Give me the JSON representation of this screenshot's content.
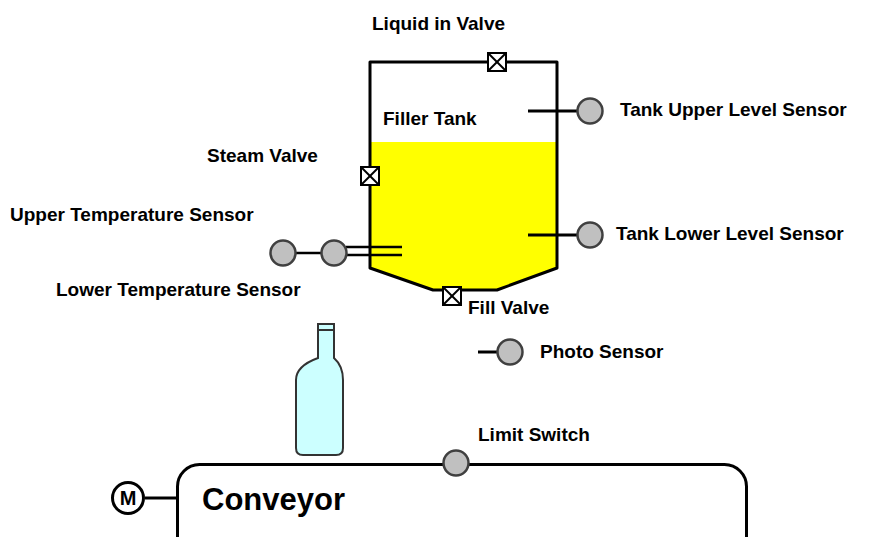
{
  "diagram": {
    "nodes": [
      {
        "text": [
          "Filler Tank"
        ]
      },
      {
        "text": [
          "M"
        ]
      },
      {
        "text": [
          "Conveyor"
        ]
      }
    ],
    "edges": [
      {
        "from": 1,
        "to": 2,
        "arrow": "none"
      }
    ],
    "labels": [
      "Liquid in Valve",
      "Tank Upper Level Sensor",
      "Steam Valve",
      "Upper Temperature Sensor",
      "Tank Lower Level Sensor",
      "Lower Temperature Sensor",
      "Fill Valve",
      "Photo Sensor",
      "Limit Switch"
    ]
  }
}
